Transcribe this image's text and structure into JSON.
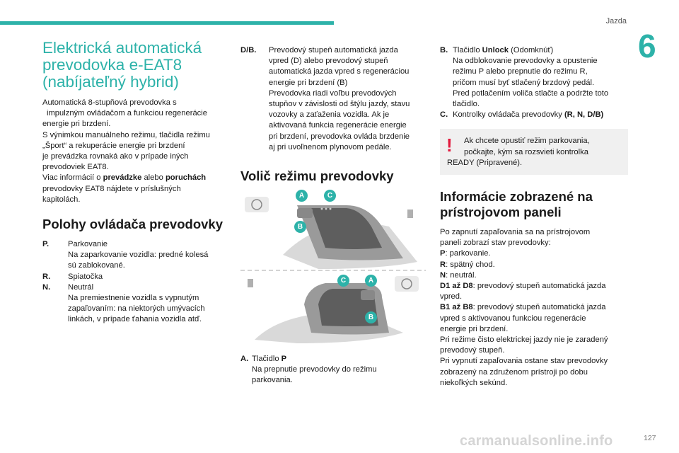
{
  "header": {
    "section": "Jazda",
    "chapter": "6",
    "page": "127"
  },
  "watermark": "carmanualsonline.info",
  "col1": {
    "title": "Elektrická automatická prevodovka e-EAT8 (nabíjateľný hybrid)",
    "intro_lines": [
      "Automatická 8-stupňová prevodovka s",
      "impulzným ovládačom a funkciou regenerácie",
      "energie pri brzdení.",
      "S výnimkou manuálneho režimu, tlačidla režimu",
      "„Šport“ a rekuperácie energie pri brzdení",
      "je prevádzka rovnaká ako v prípade iných",
      "prevodoviek EAT8."
    ],
    "more_info_a": "Viac informácií o ",
    "more_info_b1": "prevádzke",
    "more_info_mid": " alebo ",
    "more_info_b2": "poruchách",
    "more_info_lines": [
      "prevodovky EAT8 nájdete v príslušných",
      "kapitolách."
    ],
    "positions_heading": "Polohy ovládača prevodovky",
    "positions": [
      {
        "key": "P.",
        "lines": [
          "Parkovanie",
          "Na zaparkovanie vozidla: predné kolesá",
          "sú zablokované."
        ]
      },
      {
        "key": "R.",
        "lines": [
          "Spiatočka"
        ]
      },
      {
        "key": "N.",
        "lines": [
          "Neutrál",
          "Na premiestnenie vozidla s vypnutým",
          "zapaľovaním: na niektorých umývacích",
          "linkách, v prípade ťahania vozidla atď."
        ]
      }
    ]
  },
  "col2": {
    "db_key": "D/B.",
    "db_lines": [
      "Prevodový stupeň automatická jazda",
      "vpred (D) alebo prevodový stupeň",
      "automatická jazda vpred s regeneráciou",
      "energie pri brzdení (B)",
      "Prevodovka riadi voľbu prevodových",
      "stupňov v závislosti od štýlu jazdy, stavu",
      "vozovky a zaťaženia vozidla. Ak je",
      "aktivovaná funkcia regenerácie energie",
      "pri brzdení, prevodovka ovláda brzdenie",
      "aj pri uvoľnenom plynovom pedále."
    ],
    "selector_heading": "Volič režimu prevodovky",
    "callouts": {
      "a": "A",
      "b": "B",
      "c": "C"
    },
    "item_a_key": "A.",
    "item_a_label": "Tlačidlo ",
    "item_a_bold": "P",
    "item_a_lines": [
      "Na prepnutie prevodovky do režimu",
      "parkovania."
    ]
  },
  "col3": {
    "item_b_key": "B.",
    "item_b_label": "Tlačidlo ",
    "item_b_bold": "Unlock",
    "item_b_suffix": " (Odomknúť)",
    "item_b_lines": [
      "Na odblokovanie prevodovky a opustenie",
      "režimu P alebo prepnutie do režimu R,",
      "pričom musí byť stlačený brzdový pedál.",
      "Pred potlačením voliča stlačte a podržte toto",
      "tlačidlo."
    ],
    "item_c_key": "C.",
    "item_c_label": "Kontrolky ovládača prevodovky ",
    "item_c_bold": "(R, N, D/B)",
    "warning_mark": "!",
    "warning_lines": [
      "Ak chcete opustiť režim parkovania,",
      "počkajte, kým sa rozsvieti kontrolka",
      "READY (Pripravené)."
    ],
    "info_heading": "Informácie zobrazené na prístrojovom paneli",
    "info_lines": [
      "Po zapnutí zapaľovania sa na prístrojovom",
      "paneli zobrazí stav prevodovky:"
    ],
    "states": [
      {
        "b": "P",
        "t": ": parkovanie."
      },
      {
        "b": "R",
        "t": ": spätný chod."
      },
      {
        "b": "N",
        "t": ": neutrál."
      },
      {
        "b": "D1 až D8",
        "t": ": prevodový stupeň automatická jazda"
      }
    ],
    "state_d_cont": "vpred.",
    "state_b_bold": "B1 až B8",
    "state_b_text": ": prevodový stupeň automatická jazda",
    "state_b_lines": [
      "vpred s aktivovanou funkciou regenerácie",
      "energie pri brzdení."
    ],
    "final_lines": [
      "Pri režime čisto elektrickej jazdy nie je zaradený",
      "prevodový stupeň.",
      "Pri vypnutí zapaľovania ostane stav prevodovky",
      "zobrazený na združenom prístroji po dobu",
      "niekoľkých sekúnd."
    ]
  }
}
